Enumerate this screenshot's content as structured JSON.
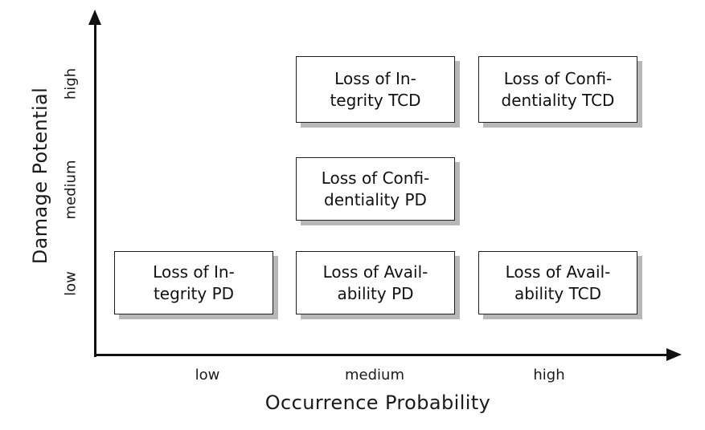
{
  "chart_data": {
    "type": "table",
    "title": "",
    "xlabel": "Occurrence Probability",
    "ylabel": "Damage Potential",
    "categories": [
      "low",
      "medium",
      "high"
    ],
    "y_categories": [
      "low",
      "medium",
      "high"
    ],
    "grid": false,
    "legend": "none",
    "cells": [
      {
        "x": "medium",
        "y": "high",
        "label": "Loss of Integrity TCD",
        "line1": "Loss of In-",
        "line2": "tegrity TCD"
      },
      {
        "x": "high",
        "y": "high",
        "label": "Loss of Confidentiality TCD",
        "line1": "Loss of Confi-",
        "line2": "dentiality TCD"
      },
      {
        "x": "medium",
        "y": "medium",
        "label": "Loss of Confidentiality PD",
        "line1": "Loss of Confi-",
        "line2": "dentiality PD"
      },
      {
        "x": "low",
        "y": "low",
        "label": "Loss of Integrity PD",
        "line1": "Loss of In-",
        "line2": "tegrity PD"
      },
      {
        "x": "medium",
        "y": "low",
        "label": "Loss of Availability PD",
        "line1": "Loss of Avail-",
        "line2": "ability PD"
      },
      {
        "x": "high",
        "y": "low",
        "label": "Loss of Availability TCD",
        "line1": "Loss of Avail-",
        "line2": "ability TCD"
      }
    ]
  },
  "axes": {
    "y_title": "Damage Potential",
    "x_title": "Occurrence Probability",
    "y_ticks": [
      "high",
      "medium",
      "low"
    ],
    "x_ticks": [
      "low",
      "medium",
      "high"
    ]
  },
  "colors": {
    "box_border": "#1d1d1d",
    "box_fill": "#ffffff",
    "box_shadow": "#b7b7b7",
    "axis": "#111111",
    "text": "#1a1a1a",
    "background": "#ffffff"
  }
}
